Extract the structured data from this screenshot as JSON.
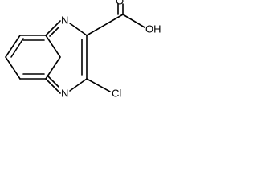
{
  "atoms": {
    "n_top": "N",
    "n_bottom": "N",
    "oxygen_carbonyl": "O",
    "hydroxyl": "OH",
    "chlorine": "Cl"
  },
  "colors": {
    "bond": "#000000",
    "background": "#ffffff"
  }
}
